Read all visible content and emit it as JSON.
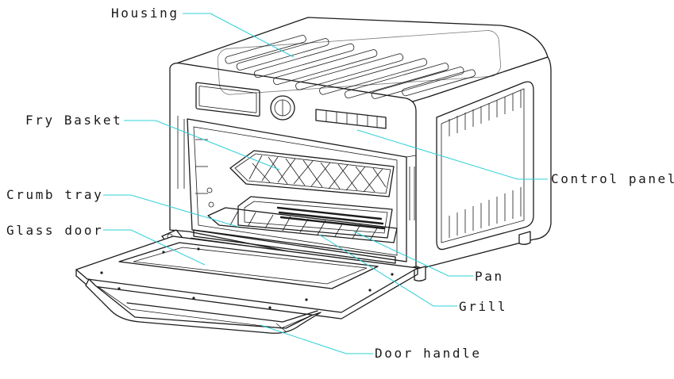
{
  "labels": {
    "housing": "Housing",
    "fry_basket": "Fry Basket",
    "crumb_tray": "Crumb tray",
    "glass_door": "Glass door",
    "control_panel": "Control panel",
    "pan": "Pan",
    "grill": "Grill",
    "door_handle": "Door handle"
  },
  "colors": {
    "leader_line": "#2fd0d6",
    "line_art": "#1c1c1c",
    "background": "#ffffff"
  }
}
